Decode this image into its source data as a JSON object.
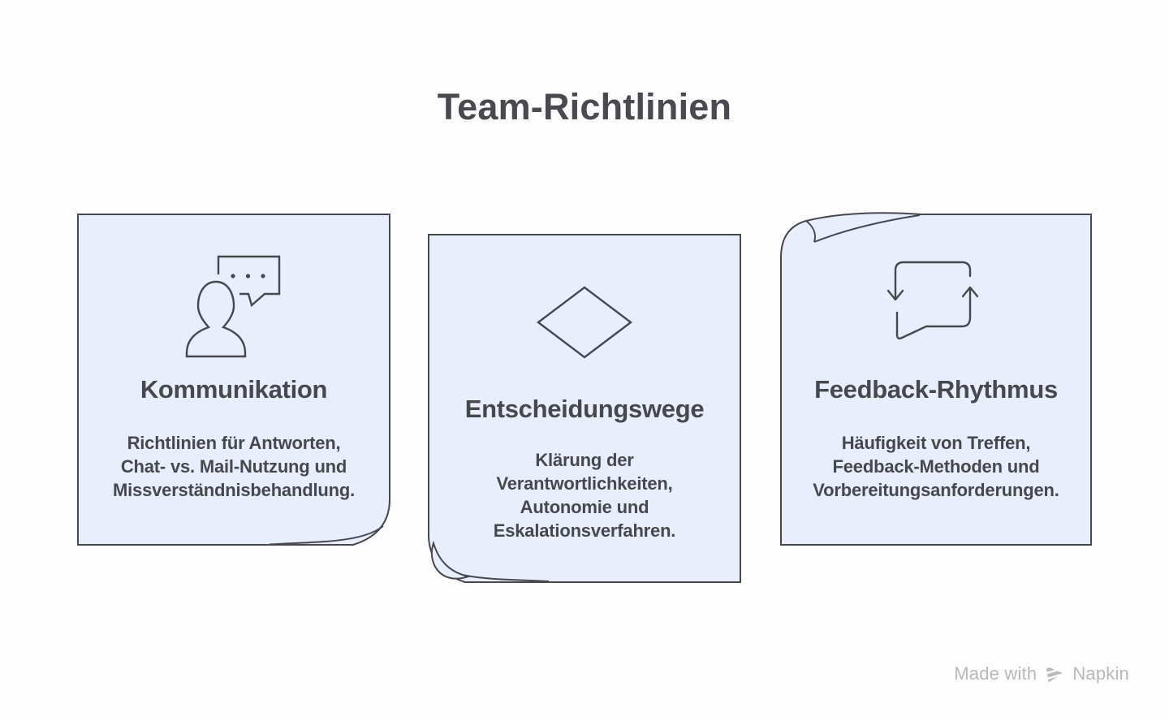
{
  "page": {
    "title": "Team-Richtlinien",
    "background_color": "#fdfdfd"
  },
  "colors": {
    "card_fill": "#e9eefc",
    "card_stroke": "#47484e",
    "text": "#47484d",
    "watermark": "#b9b9bd"
  },
  "cards": [
    {
      "icon": "person-chat-bubble-icon",
      "title": "Kommunikation",
      "body_lines": [
        "Richtlinien für Antworten,",
        "Chat- vs. Mail-Nutzung und",
        "Missverständnisbehandlung."
      ]
    },
    {
      "icon": "decision-diamond-icon",
      "title": "Entscheidungswege",
      "body_lines": [
        "Klärung der",
        "Verantwortlichkeiten,",
        "Autonomie und",
        "Eskalationsverfahren."
      ]
    },
    {
      "icon": "feedback-cycle-bubble-icon",
      "title": "Feedback-Rhythmus",
      "body_lines": [
        "Häufigkeit von Treffen,",
        "Feedback-Methoden und",
        "Vorbereitungsanforderungen."
      ]
    }
  ],
  "watermark": {
    "prefix": "Made with",
    "brand": "Napkin",
    "logo": "napkin-logo-icon"
  }
}
